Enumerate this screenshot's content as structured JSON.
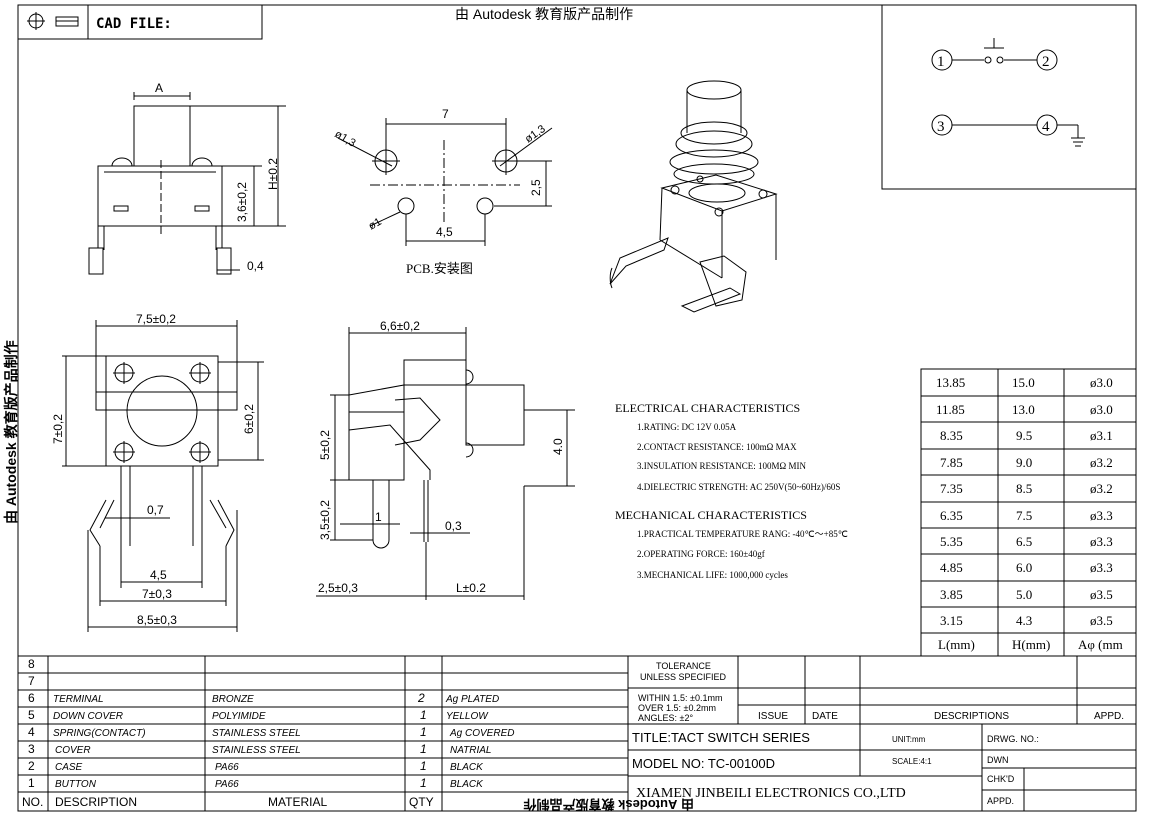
{
  "title_block": {
    "cad_file_label": "CAD FILE:",
    "watermark_top": "由 Autodesk 教育版产品制作",
    "watermark_left": "由 Autodesk 教育版产品制作",
    "watermark_bottom": "由 Autodesk 教育版产品制作"
  },
  "schematic": {
    "pin1": "1",
    "pin2": "2",
    "pin3": "3",
    "pin4": "4"
  },
  "front_view": {
    "dim_a": "A",
    "dim_h": "H±0.2",
    "dim_36": "3,6±0,2",
    "dim_04": "0,4"
  },
  "pcb_view": {
    "dim_7": "7",
    "dim_13_left": "ø1,3",
    "dim_13_right": "ø1,3",
    "dim_25": "2,5",
    "dim_1": "ø1",
    "dim_45": "4,5",
    "caption": "PCB.安装图"
  },
  "bottom_view": {
    "dim_75": "7,5±0,2",
    "dim_7": "7±0,2",
    "dim_6": "6±0,2",
    "dim_07": "0,7",
    "dim_45": "4,5",
    "dim_703": "7±0,3",
    "dim_85": "8,5±0,3"
  },
  "side_view": {
    "dim_66": "6,6±0,2",
    "dim_5": "5±0,2",
    "dim_40": "4.0",
    "dim_35": "3,5±0,2",
    "dim_1": "1",
    "dim_03": "0,3",
    "dim_25": "2,5±0,3",
    "dim_l": "L±0.2"
  },
  "electrical": {
    "heading": "ELECTRICAL  CHARACTERISTICS",
    "items": [
      "1.RATING: DC 12V 0.05A",
      "2.CONTACT RESISTANCE: 100mΩ MAX",
      "3.INSULATION RESISTANCE: 100MΩ MIN",
      "4.DIELECTRIC STRENGTH: AC 250V(50~60Hz)/60S"
    ]
  },
  "mechanical": {
    "heading": "MECHANICAL  CHARACTERISTICS",
    "items": [
      "1.PRACTICAL TEMPERATURE RANG: -40℃～+85℃",
      "2.OPERATING FORCE: 160±40gf",
      "3.MECHANICAL LIFE: 1000,000 cycles"
    ]
  },
  "size_table": {
    "headers": [
      "L(mm)",
      "H(mm)",
      "Aφ (mm"
    ],
    "rows": [
      [
        "13.85",
        "15.0",
        "ø3.0"
      ],
      [
        "11.85",
        "13.0",
        "ø3.0"
      ],
      [
        "8.35",
        "9.5",
        "ø3.1"
      ],
      [
        "7.85",
        "9.0",
        "ø3.2"
      ],
      [
        "7.35",
        "8.5",
        "ø3.2"
      ],
      [
        "6.35",
        "7.5",
        "ø3.3"
      ],
      [
        "5.35",
        "6.5",
        "ø3.3"
      ],
      [
        "4.85",
        "6.0",
        "ø3.3"
      ],
      [
        "3.85",
        "5.0",
        "ø3.5"
      ],
      [
        "3.15",
        "4.3",
        "ø3.5"
      ]
    ]
  },
  "bom": {
    "headers": [
      "NO.",
      "DESCRIPTION",
      "MATERIAL",
      "QTY"
    ],
    "rows": [
      {
        "no": "8",
        "desc": "",
        "mat": "",
        "qty": "",
        "note": ""
      },
      {
        "no": "7",
        "desc": "",
        "mat": "",
        "qty": "",
        "note": ""
      },
      {
        "no": "6",
        "desc": "TERMINAL",
        "mat": "BRONZE",
        "qty": "2",
        "note": "Ag PLATED"
      },
      {
        "no": "5",
        "desc": "DOWN COVER",
        "mat": "POLYIMIDE",
        "qty": "1",
        "note": "YELLOW"
      },
      {
        "no": "4",
        "desc": "SPRING(CONTACT)",
        "mat": "STAINLESS STEEL",
        "qty": "1",
        "note": "Ag COVERED"
      },
      {
        "no": "3",
        "desc": "COVER",
        "mat": "STAINLESS STEEL",
        "qty": "1",
        "note": "NATRIAL"
      },
      {
        "no": "2",
        "desc": "CASE",
        "mat": "PA66",
        "qty": "1",
        "note": "BLACK"
      },
      {
        "no": "1",
        "desc": "BUTTON",
        "mat": "PA66",
        "qty": "1",
        "note": "BLACK"
      }
    ]
  },
  "title_area": {
    "tolerance": "TOLERANCE",
    "unless": "UNLESS SPECIFIED",
    "within": "WITHIN 1.5: ±0.1mm",
    "over": "OVER 1.5: ±0.2mm",
    "angles": "ANGLES: ±2°",
    "issue": "ISSUE",
    "date": "DATE",
    "descriptions": "DESCRIPTIONS",
    "appd": "APPD.",
    "title": "TITLE:TACT SWITCH SERIES",
    "unit": "UNIT:mm",
    "drwg": "DRWG. NO.:",
    "model": "MODEL NO: TC-00100D",
    "scale": "SCALE:4:1",
    "dwn": "DWN",
    "chkd": "CHK'D",
    "company": "XIAMEN JINBEILI ELECTRONICS CO.,LTD",
    "appd2": "APPD."
  }
}
